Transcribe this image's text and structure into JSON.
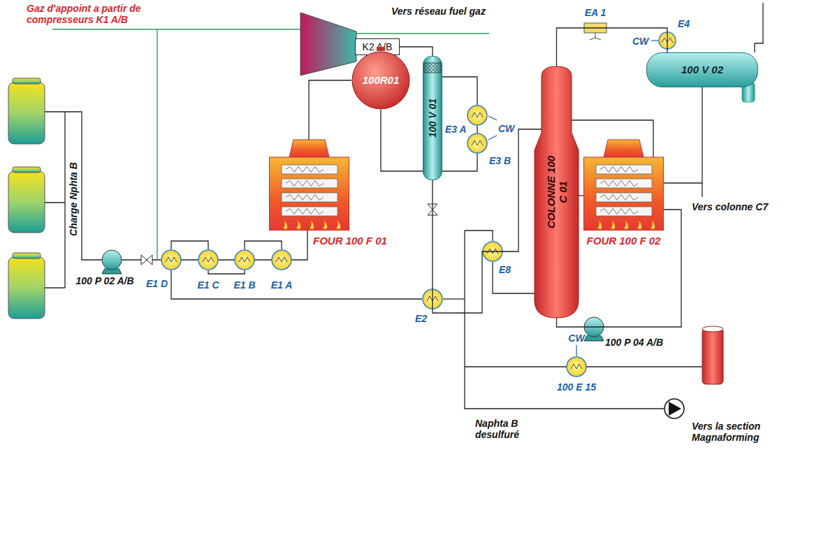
{
  "diagram": {
    "nodes": [
      {
        "text": [
          "K2 A/B"
        ]
      },
      {
        "text": [
          "100R01"
        ]
      },
      {
        "text": [
          "100 V 01"
        ]
      },
      {
        "text": [
          "COLONNE 100 C 01"
        ]
      },
      {
        "text": [
          "100 V 02"
        ]
      },
      {
        "text": [
          "FOUR 100 F 01"
        ]
      },
      {
        "text": [
          "FOUR 100 F 02"
        ]
      }
    ],
    "edges": [
      {
        "from": 5,
        "to": 1,
        "arrow": "none"
      },
      {
        "from": 1,
        "to": 2,
        "arrow": "none"
      },
      {
        "from": 2,
        "to": 0,
        "arrow": "none"
      },
      {
        "from": 2,
        "to": 3,
        "arrow": "none"
      },
      {
        "from": 3,
        "to": 4,
        "arrow": "none"
      },
      {
        "from": 4,
        "to": 3,
        "arrow": "none"
      },
      {
        "from": 3,
        "to": 6,
        "arrow": "none"
      },
      {
        "from": 6,
        "to": 3,
        "arrow": "none"
      }
    ],
    "labels": [
      "Gaz d'appoint a partir de compresseurs K1 A/B",
      "Vers réseau fuel gaz",
      "EA 1",
      "E4",
      "CW",
      "Charge Nphta B",
      "100 P 02 A/B",
      "E1 D",
      "E1 C",
      "E1 B",
      "E1 A",
      "E3 A",
      "CW",
      "E3 B",
      "Vers colonne C7",
      "E8",
      "E2",
      "100 P 04 A/B",
      "CW",
      "100 E 15",
      "Naphta B desulfuré",
      "Vers la section Magnaforming"
    ]
  }
}
